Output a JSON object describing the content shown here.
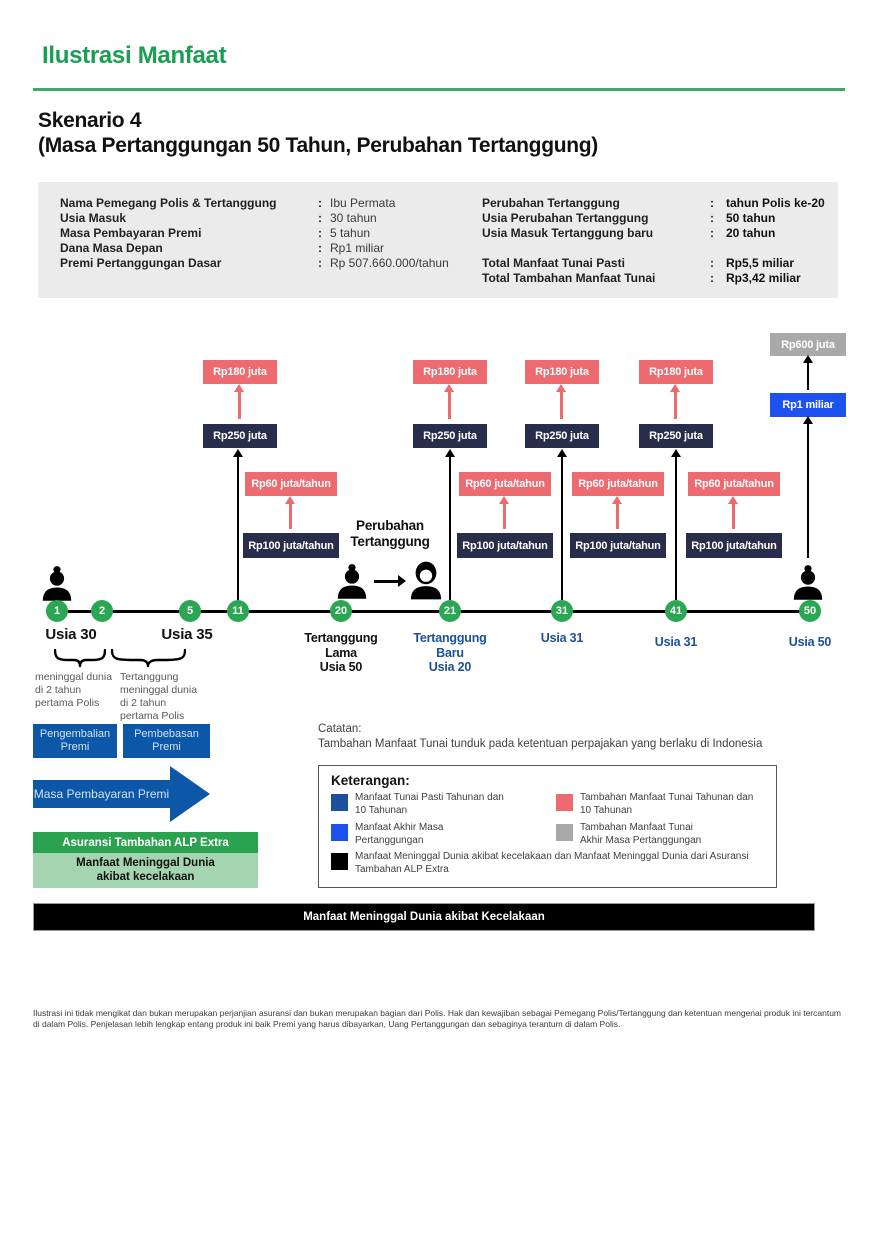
{
  "header": {
    "title": "Ilustrasi Manfaat",
    "scenario_line1": "Skenario 4",
    "scenario_line2": "(Masa Pertanggungan 50 Tahun, Perubahan Tertanggung)"
  },
  "info": {
    "colon": ":",
    "left": [
      {
        "label": "Nama Pemegang Polis & Tertanggung",
        "value": "Ibu Permata"
      },
      {
        "label": "Usia Masuk",
        "value": "30 tahun"
      },
      {
        "label": "Masa Pembayaran Premi",
        "value": "5 tahun"
      },
      {
        "label": "Dana Masa Depan",
        "value": "Rp1 miliar"
      },
      {
        "label": "Premi Pertanggungan Dasar",
        "value": "Rp 507.660.000/tahun"
      }
    ],
    "right": [
      {
        "label": "Perubahan Tertanggung",
        "value": "tahun Polis ke-20"
      },
      {
        "label": "Usia Perubahan Tertanggung",
        "value": "50 tahun"
      },
      {
        "label": "Usia Masuk Tertanggung baru",
        "value": "20 tahun"
      },
      {
        "label": "Total Manfaat Tunai Pasti",
        "value": "Rp5,5 miliar"
      },
      {
        "label": "Total Tambahan Manfaat Tunai",
        "value": "Rp3,42 miliar"
      }
    ]
  },
  "diagram": {
    "boxes": {
      "ten_year_top": "Rp180 juta",
      "ten_year_bottom": "Rp250 juta",
      "annual_top": "Rp60 juta/tahun",
      "annual_bottom": "Rp100 juta/tahun",
      "maturity_top": "Rp600 juta",
      "maturity_bottom": "Rp1 miliar"
    },
    "markers": [
      "1",
      "2",
      "5",
      "11",
      "20",
      "21",
      "31",
      "41",
      "50"
    ],
    "labels": {
      "usia_30": "Usia 30",
      "usia_35": "Usia 35",
      "tertanggung_lama": [
        "Tertanggung",
        "Lama",
        "Usia 50"
      ],
      "tertanggung_baru": [
        "Tertanggung",
        "Baru",
        "Usia 20"
      ],
      "usia_31_a": "Usia 31",
      "usia_31_b": "Usia 31",
      "usia_50": "Usia 50",
      "perubahan": [
        "Perubahan",
        "Tertanggung"
      ]
    },
    "notes": {
      "note1": [
        "meninggal dunia",
        "di 2 tahun",
        "pertama Polis"
      ],
      "note2": [
        "Tertanggung",
        "meninggal dunia",
        "di 2 tahun",
        "pertama Polis"
      ]
    },
    "premium_boxes": {
      "pengembalian": [
        "Pengembalian",
        "Premi"
      ],
      "pembebasan": [
        "Pembebasan",
        "Premi"
      ],
      "masa": "Masa Pembayaran Premi"
    },
    "green_boxes": {
      "alp": "Asuransi Tambahan ALP Extra",
      "md": [
        "Manfaat Meninggal Dunia",
        "akibat kecelakaan"
      ]
    }
  },
  "catatan": {
    "title": "Catatan:",
    "text": "Tambahan Manfaat Tunai tunduk pada ketentuan perpajakan yang berlaku di Indonesia"
  },
  "legend": {
    "title": "Keterangan:",
    "items": [
      {
        "color": "#1C4F9C",
        "lines": [
          "Manfaat Tunai Pasti Tahunan dan",
          "10 Tahunan"
        ]
      },
      {
        "color": "#1E52EE",
        "lines": [
          "Manfaat Akhir Masa",
          "Pertanggungan"
        ]
      },
      {
        "color": "#ED6A6E",
        "lines": [
          "Tambahan Manfaat Tunai Tahunan dan",
          "10 Tahunan"
        ]
      },
      {
        "color": "#A9A9A9",
        "lines": [
          "Tambahan Manfaat Tunai",
          "Akhir Masa Pertanggungan"
        ]
      },
      {
        "color": "#000000",
        "lines": [
          "Manfaat Meninggal Dunia akibat kecelakaan dan Manfaat Meninggal Dunia dari Asuransi",
          "Tambahan ALP Extra"
        ]
      }
    ]
  },
  "black_bar": "Manfaat Meninggal Dunia akibat Kecelakaan",
  "footer": "Ilustrasi ini tidak mengikat dan bukan merupakan perjanjian asuransi dan bukan merupakan bagian dari Polis. Hak dan kewajiban sebagai Pemegang Polis/Tertanggung dan ketentuan mengenai produk ini tercantum di dalam Polis. Penjelasan lebih lengkap entang produk ini baik Premi yang harus dibayarkan, Uang Pertanggungan dan sebaginya terantum di dalam Polis.",
  "colors": {
    "green": "#1A9E51",
    "navy": "#282D4C",
    "pink": "#ED6A6E",
    "blue_bright": "#1E52EE",
    "blue_medium": "#0D57A8",
    "blue_dark": "#1C4F9C",
    "gray": "#A9A9A9",
    "light_green": "#A5D5B0"
  }
}
